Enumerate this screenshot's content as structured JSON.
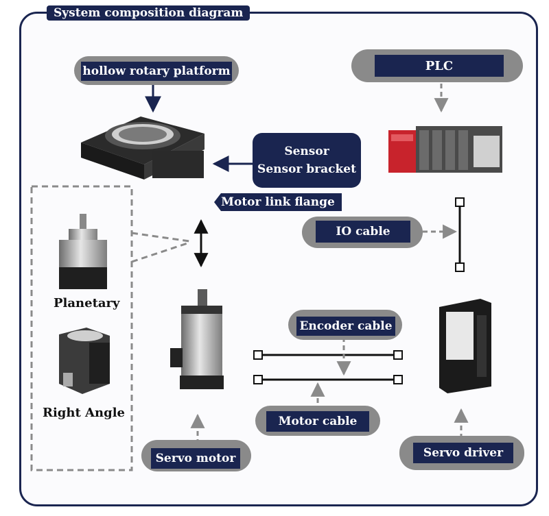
{
  "title": "System composition diagram",
  "labels": {
    "platform": "hollow rotary platform",
    "plc": "PLC",
    "sensor_line1": "Sensor",
    "sensor_line2": "Sensor bracket",
    "flange": "Motor link flange",
    "io_cable": "IO cable",
    "encoder_cable": "Encoder cable",
    "motor_cable": "Motor cable",
    "servo_motor": "Servo motor",
    "servo_driver": "Servo driver",
    "planetary": "Planetary",
    "right_angle": "Right Angle"
  },
  "colors": {
    "navy": "#1a2550",
    "grey": "#8a8a8a",
    "plc_red": "#c8232c"
  }
}
